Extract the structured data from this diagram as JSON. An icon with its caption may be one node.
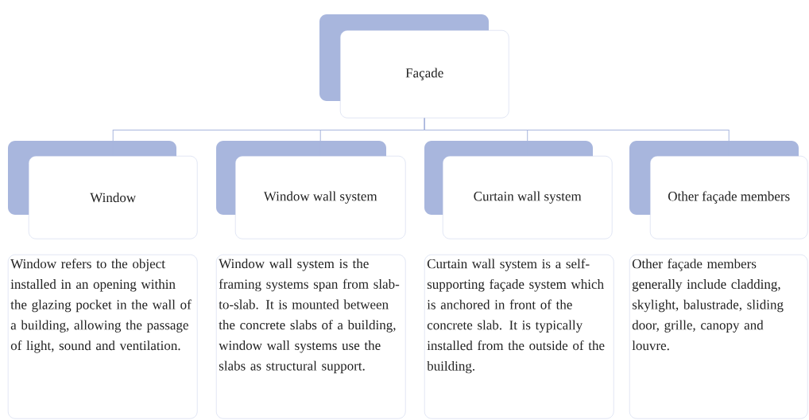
{
  "diagram": {
    "nodes": [
      {
        "text": [
          "Façade"
        ]
      },
      {
        "text": [
          "Window"
        ]
      },
      {
        "text": [
          "Window wall system"
        ]
      },
      {
        "text": [
          "Curtain wall system"
        ]
      },
      {
        "text": [
          "Other façade members"
        ]
      },
      {
        "text": [
          "Window refers to the object installed in an opening within the glazing pocket in the wall of a building, allowing the passage of light, sound and ventilation."
        ]
      },
      {
        "text": [
          "Window wall system is the framing systems span from slab-to-slab. It is mounted between the concrete slabs of a building, window wall systems use the slabs as structural support."
        ]
      },
      {
        "text": [
          "Curtain wall system is a self-supporting façade system which is anchored in front of the concrete slab. It is typically installed from the outside of the building."
        ]
      },
      {
        "text": [
          "Other façade members generally include cladding, skylight, balustrade, sliding door, grille, canopy and louvre."
        ]
      }
    ],
    "edges": [
      {
        "from": 0,
        "to": 1,
        "arrow": "none"
      },
      {
        "from": 0,
        "to": 2,
        "arrow": "none"
      },
      {
        "from": 0,
        "to": 3,
        "arrow": "none"
      },
      {
        "from": 0,
        "to": 4,
        "arrow": "none"
      }
    ]
  }
}
